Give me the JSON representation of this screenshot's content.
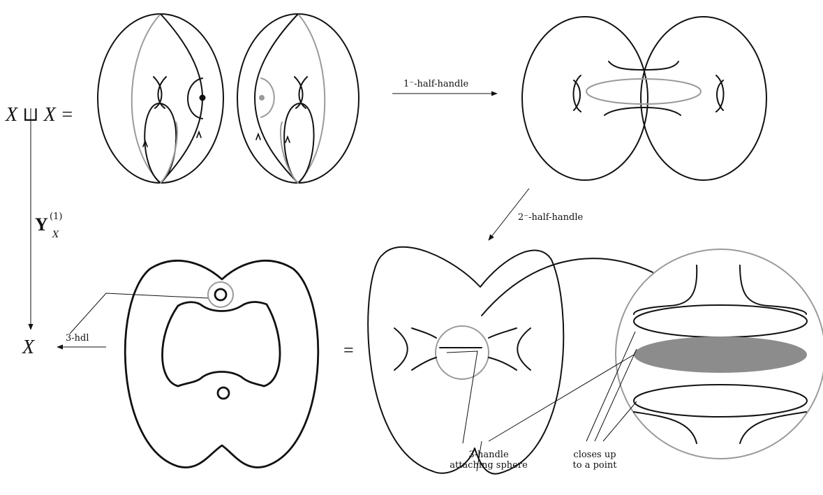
{
  "labels": {
    "disjoint_union": "X ⊔ X =",
    "x_bottom": "X",
    "map_bold": "Y",
    "map_sup": "(1)",
    "map_sub": "X",
    "arrow_top": "1⁻-half-handle",
    "arrow_diag": "2⁻-half-handle",
    "arrow_left": "3-hdl",
    "equals": "=",
    "caption_sphere_line1": "3-handle",
    "caption_sphere_line2": "attaching sphere",
    "caption_point_line1": "closes up",
    "caption_point_line2": "to a point"
  },
  "colors": {
    "ink": "#111111",
    "gray_curve": "#9a9a9a",
    "disk_fill": "#8c8c8c"
  }
}
